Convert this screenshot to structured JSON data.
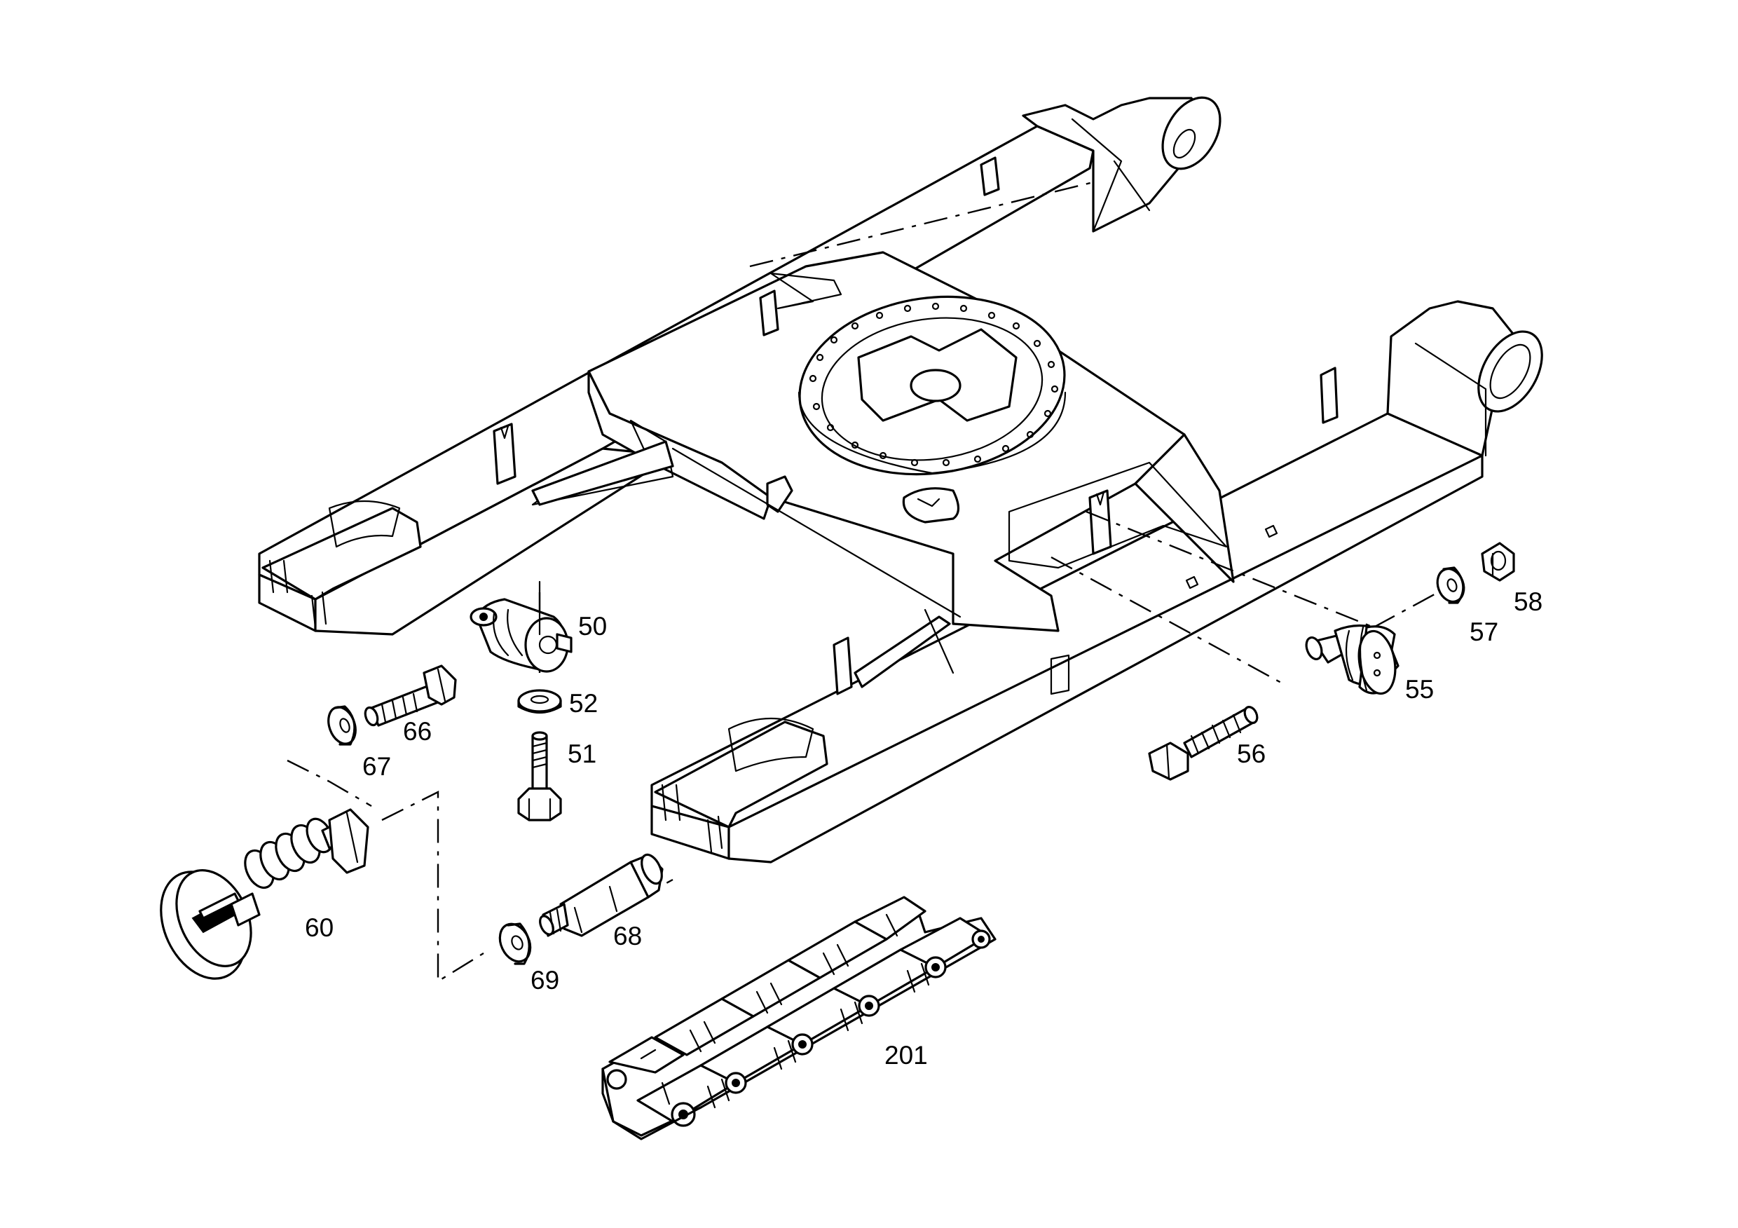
{
  "callouts": {
    "p50": "50",
    "p51": "51",
    "p52": "52",
    "p55": "55",
    "p56": "56",
    "p57": "57",
    "p58": "58",
    "p60": "60",
    "p66": "66",
    "p67": "67",
    "p68": "68",
    "p69": "69",
    "p201": "201"
  }
}
